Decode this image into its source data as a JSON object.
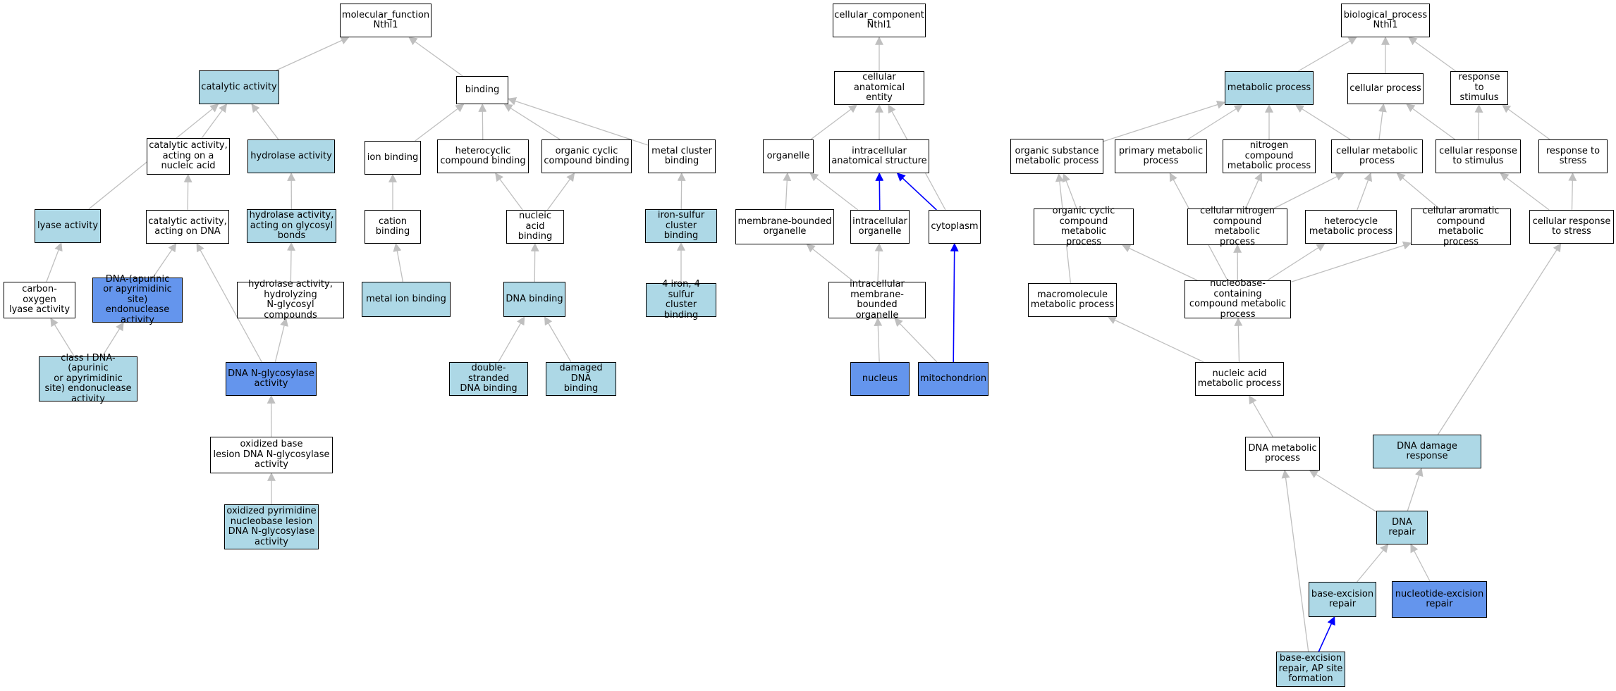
{
  "diagram": {
    "title": "",
    "colors": {
      "plain": "#ffffff",
      "light": "#add8e6",
      "strong": "#6495ed",
      "edge": "#bfbfbf",
      "highlight_edge": "#0000ff"
    },
    "nodes": [
      {
        "id": "mf",
        "label": "molecular_function\nNthl1",
        "style": "plain"
      },
      {
        "id": "catalytic",
        "label": "catalytic activity",
        "style": "light"
      },
      {
        "id": "binding",
        "label": "binding",
        "style": "plain"
      },
      {
        "id": "cat_nucleic",
        "label": "catalytic activity,\nacting on a\nnucleic acid",
        "style": "plain"
      },
      {
        "id": "hydrolase",
        "label": "hydrolase activity",
        "style": "light"
      },
      {
        "id": "ion_binding",
        "label": "ion binding",
        "style": "plain"
      },
      {
        "id": "heterocyclic_binding",
        "label": "heterocyclic\ncompound binding",
        "style": "plain"
      },
      {
        "id": "organic_cyclic_binding",
        "label": "organic cyclic\ncompound binding",
        "style": "plain"
      },
      {
        "id": "metal_cluster_binding",
        "label": "metal cluster\nbinding",
        "style": "plain"
      },
      {
        "id": "lyase",
        "label": "lyase activity",
        "style": "light"
      },
      {
        "id": "cat_dna",
        "label": "catalytic activity,\nacting on DNA",
        "style": "plain"
      },
      {
        "id": "hydrolase_glycosyl",
        "label": "hydrolase activity,\nacting on glycosyl\nbonds",
        "style": "light"
      },
      {
        "id": "cation_binding",
        "label": "cation binding",
        "style": "plain"
      },
      {
        "id": "nucleic_acid_binding",
        "label": "nucleic acid\nbinding",
        "style": "plain"
      },
      {
        "id": "iron_sulfur",
        "label": "iron-sulfur\ncluster binding",
        "style": "light"
      },
      {
        "id": "carbon_oxygen",
        "label": "carbon-oxygen\nlyase activity",
        "style": "plain"
      },
      {
        "id": "dna_ap_endo",
        "label": "DNA-(apurinic\nor apyrimidinic\nsite) endonuclease\nactivity",
        "style": "strong"
      },
      {
        "id": "hydrolase_nglycosyl",
        "label": "hydrolase activity,\nhydrolyzing\nN-glycosyl compounds",
        "style": "plain"
      },
      {
        "id": "metal_ion_binding",
        "label": "metal ion binding",
        "style": "light"
      },
      {
        "id": "dna_binding",
        "label": "DNA binding",
        "style": "light"
      },
      {
        "id": "fe4s4",
        "label": "4 iron, 4 sulfur\ncluster binding",
        "style": "light"
      },
      {
        "id": "class1_ap",
        "label": "class I DNA-(apurinic\nor apyrimidinic\nsite) endonuclease\nactivity",
        "style": "light"
      },
      {
        "id": "dna_nglycosylase",
        "label": "DNA N-glycosylase\nactivity",
        "style": "strong"
      },
      {
        "id": "ds_dna_binding",
        "label": "double-stranded\nDNA binding",
        "style": "light"
      },
      {
        "id": "damaged_dna_binding",
        "label": "damaged DNA\nbinding",
        "style": "light"
      },
      {
        "id": "oxidized_base",
        "label": "oxidized base\nlesion DNA N-glycosylase\nactivity",
        "style": "plain"
      },
      {
        "id": "oxidized_pyr",
        "label": "oxidized pyrimidine\nnucleobase lesion\nDNA N-glycosylase\nactivity",
        "style": "light"
      },
      {
        "id": "cc",
        "label": "cellular_component\nNthl1",
        "style": "plain"
      },
      {
        "id": "cae",
        "label": "cellular anatomical\nentity",
        "style": "plain"
      },
      {
        "id": "organelle",
        "label": "organelle",
        "style": "plain"
      },
      {
        "id": "intracellular_structure",
        "label": "intracellular\nanatomical structure",
        "style": "plain"
      },
      {
        "id": "membrane_organelle",
        "label": "membrane-bounded\norganelle",
        "style": "plain"
      },
      {
        "id": "intracellular_organelle",
        "label": "intracellular\norganelle",
        "style": "plain"
      },
      {
        "id": "cytoplasm",
        "label": "cytoplasm",
        "style": "plain"
      },
      {
        "id": "intra_membrane_organelle",
        "label": "intracellular\nmembrane-bounded\norganelle",
        "style": "plain"
      },
      {
        "id": "nucleus",
        "label": "nucleus",
        "style": "strong"
      },
      {
        "id": "mitochondrion",
        "label": "mitochondrion",
        "style": "strong"
      },
      {
        "id": "bp",
        "label": "biological_process\nNthl1",
        "style": "plain"
      },
      {
        "id": "metabolic_process",
        "label": "metabolic process",
        "style": "light"
      },
      {
        "id": "cellular_process",
        "label": "cellular process",
        "style": "plain"
      },
      {
        "id": "response_stimulus",
        "label": "response to\nstimulus",
        "style": "plain"
      },
      {
        "id": "organic_substance_mp",
        "label": "organic substance\nmetabolic process",
        "style": "plain"
      },
      {
        "id": "primary_mp",
        "label": "primary metabolic\nprocess",
        "style": "plain"
      },
      {
        "id": "nitrogen_mp",
        "label": "nitrogen compound\nmetabolic process",
        "style": "plain"
      },
      {
        "id": "cellular_mp",
        "label": "cellular metabolic\nprocess",
        "style": "plain"
      },
      {
        "id": "cellular_response_stimulus",
        "label": "cellular response\nto stimulus",
        "style": "plain"
      },
      {
        "id": "response_stress",
        "label": "response to\nstress",
        "style": "plain"
      },
      {
        "id": "organic_cyclic_mp",
        "label": "organic cyclic\ncompound metabolic\nprocess",
        "style": "plain"
      },
      {
        "id": "cellular_nitrogen_mp",
        "label": "cellular nitrogen\ncompound metabolic\nprocess",
        "style": "plain"
      },
      {
        "id": "heterocycle_mp",
        "label": "heterocycle\nmetabolic process",
        "style": "plain"
      },
      {
        "id": "cellular_aromatic_mp",
        "label": "cellular aromatic\ncompound metabolic\nprocess",
        "style": "plain"
      },
      {
        "id": "cellular_response_stress",
        "label": "cellular response\nto stress",
        "style": "plain"
      },
      {
        "id": "macromolecule_mp",
        "label": "macromolecule\nmetabolic process",
        "style": "plain"
      },
      {
        "id": "nucleobase_mp",
        "label": "nucleobase-containing\ncompound metabolic\nprocess",
        "style": "plain"
      },
      {
        "id": "nucleic_acid_mp",
        "label": "nucleic acid\nmetabolic process",
        "style": "plain"
      },
      {
        "id": "dna_mp",
        "label": "DNA metabolic\nprocess",
        "style": "plain"
      },
      {
        "id": "dna_damage_response",
        "label": "DNA damage response",
        "style": "light"
      },
      {
        "id": "dna_repair",
        "label": "DNA repair",
        "style": "light"
      },
      {
        "id": "ber",
        "label": "base-excision\nrepair",
        "style": "light"
      },
      {
        "id": "ner",
        "label": "nucleotide-excision\nrepair",
        "style": "strong"
      },
      {
        "id": "ber_ap",
        "label": "base-excision\nrepair, AP site\nformation",
        "style": "light"
      }
    ],
    "edges": [
      {
        "from": "catalytic",
        "to": "mf"
      },
      {
        "from": "binding",
        "to": "mf"
      },
      {
        "from": "cat_nucleic",
        "to": "catalytic"
      },
      {
        "from": "hydrolase",
        "to": "catalytic"
      },
      {
        "from": "lyase",
        "to": "catalytic"
      },
      {
        "from": "ion_binding",
        "to": "binding"
      },
      {
        "from": "heterocyclic_binding",
        "to": "binding"
      },
      {
        "from": "organic_cyclic_binding",
        "to": "binding"
      },
      {
        "from": "metal_cluster_binding",
        "to": "binding"
      },
      {
        "from": "cat_dna",
        "to": "cat_nucleic"
      },
      {
        "from": "hydrolase_glycosyl",
        "to": "hydrolase"
      },
      {
        "from": "cation_binding",
        "to": "ion_binding"
      },
      {
        "from": "nucleic_acid_binding",
        "to": "heterocyclic_binding"
      },
      {
        "from": "nucleic_acid_binding",
        "to": "organic_cyclic_binding"
      },
      {
        "from": "iron_sulfur",
        "to": "metal_cluster_binding"
      },
      {
        "from": "carbon_oxygen",
        "to": "lyase"
      },
      {
        "from": "dna_ap_endo",
        "to": "cat_dna"
      },
      {
        "from": "hydrolase_nglycosyl",
        "to": "hydrolase_glycosyl"
      },
      {
        "from": "metal_ion_binding",
        "to": "cation_binding"
      },
      {
        "from": "dna_binding",
        "to": "nucleic_acid_binding"
      },
      {
        "from": "fe4s4",
        "to": "iron_sulfur"
      },
      {
        "from": "class1_ap",
        "to": "carbon_oxygen"
      },
      {
        "from": "class1_ap",
        "to": "dna_ap_endo"
      },
      {
        "from": "dna_nglycosylase",
        "to": "cat_dna"
      },
      {
        "from": "dna_nglycosylase",
        "to": "hydrolase_nglycosyl"
      },
      {
        "from": "ds_dna_binding",
        "to": "dna_binding"
      },
      {
        "from": "damaged_dna_binding",
        "to": "dna_binding"
      },
      {
        "from": "oxidized_base",
        "to": "dna_nglycosylase"
      },
      {
        "from": "oxidized_pyr",
        "to": "oxidized_base"
      },
      {
        "from": "cae",
        "to": "cc"
      },
      {
        "from": "organelle",
        "to": "cae"
      },
      {
        "from": "intracellular_structure",
        "to": "cae"
      },
      {
        "from": "cytoplasm",
        "to": "cae"
      },
      {
        "from": "membrane_organelle",
        "to": "organelle"
      },
      {
        "from": "intracellular_organelle",
        "to": "organelle"
      },
      {
        "from": "intracellular_organelle",
        "to": "intracellular_structure",
        "highlight": true
      },
      {
        "from": "cytoplasm",
        "to": "intracellular_structure",
        "highlight": true
      },
      {
        "from": "intra_membrane_organelle",
        "to": "membrane_organelle"
      },
      {
        "from": "intra_membrane_organelle",
        "to": "intracellular_organelle"
      },
      {
        "from": "nucleus",
        "to": "intra_membrane_organelle"
      },
      {
        "from": "mitochondrion",
        "to": "intra_membrane_organelle"
      },
      {
        "from": "mitochondrion",
        "to": "cytoplasm",
        "highlight": true
      },
      {
        "from": "metabolic_process",
        "to": "bp"
      },
      {
        "from": "cellular_process",
        "to": "bp"
      },
      {
        "from": "response_stimulus",
        "to": "bp"
      },
      {
        "from": "organic_substance_mp",
        "to": "metabolic_process"
      },
      {
        "from": "primary_mp",
        "to": "metabolic_process"
      },
      {
        "from": "nitrogen_mp",
        "to": "metabolic_process"
      },
      {
        "from": "cellular_mp",
        "to": "metabolic_process"
      },
      {
        "from": "cellular_mp",
        "to": "cellular_process"
      },
      {
        "from": "cellular_response_stimulus",
        "to": "cellular_process"
      },
      {
        "from": "cellular_response_stimulus",
        "to": "response_stimulus"
      },
      {
        "from": "response_stress",
        "to": "response_stimulus"
      },
      {
        "from": "organic_cyclic_mp",
        "to": "organic_substance_mp"
      },
      {
        "from": "macromolecule_mp",
        "to": "organic_substance_mp"
      },
      {
        "from": "cellular_nitrogen_mp",
        "to": "nitrogen_mp"
      },
      {
        "from": "cellular_nitrogen_mp",
        "to": "cellular_mp"
      },
      {
        "from": "heterocycle_mp",
        "to": "cellular_mp"
      },
      {
        "from": "cellular_aromatic_mp",
        "to": "cellular_mp"
      },
      {
        "from": "cellular_response_stress",
        "to": "cellular_response_stimulus"
      },
      {
        "from": "cellular_response_stress",
        "to": "response_stress"
      },
      {
        "from": "nucleobase_mp",
        "to": "organic_cyclic_mp"
      },
      {
        "from": "nucleobase_mp",
        "to": "primary_mp"
      },
      {
        "from": "nucleobase_mp",
        "to": "cellular_nitrogen_mp"
      },
      {
        "from": "nucleobase_mp",
        "to": "heterocycle_mp"
      },
      {
        "from": "nucleobase_mp",
        "to": "cellular_aromatic_mp"
      },
      {
        "from": "nucleic_acid_mp",
        "to": "macromolecule_mp"
      },
      {
        "from": "nucleic_acid_mp",
        "to": "nucleobase_mp"
      },
      {
        "from": "dna_mp",
        "to": "nucleic_acid_mp"
      },
      {
        "from": "dna_damage_response",
        "to": "cellular_response_stress"
      },
      {
        "from": "dna_repair",
        "to": "dna_mp"
      },
      {
        "from": "dna_repair",
        "to": "dna_damage_response"
      },
      {
        "from": "ber",
        "to": "dna_repair"
      },
      {
        "from": "ner",
        "to": "dna_repair"
      },
      {
        "from": "ber_ap",
        "to": "ber",
        "highlight": true
      },
      {
        "from": "ber_ap",
        "to": "dna_mp"
      }
    ]
  }
}
